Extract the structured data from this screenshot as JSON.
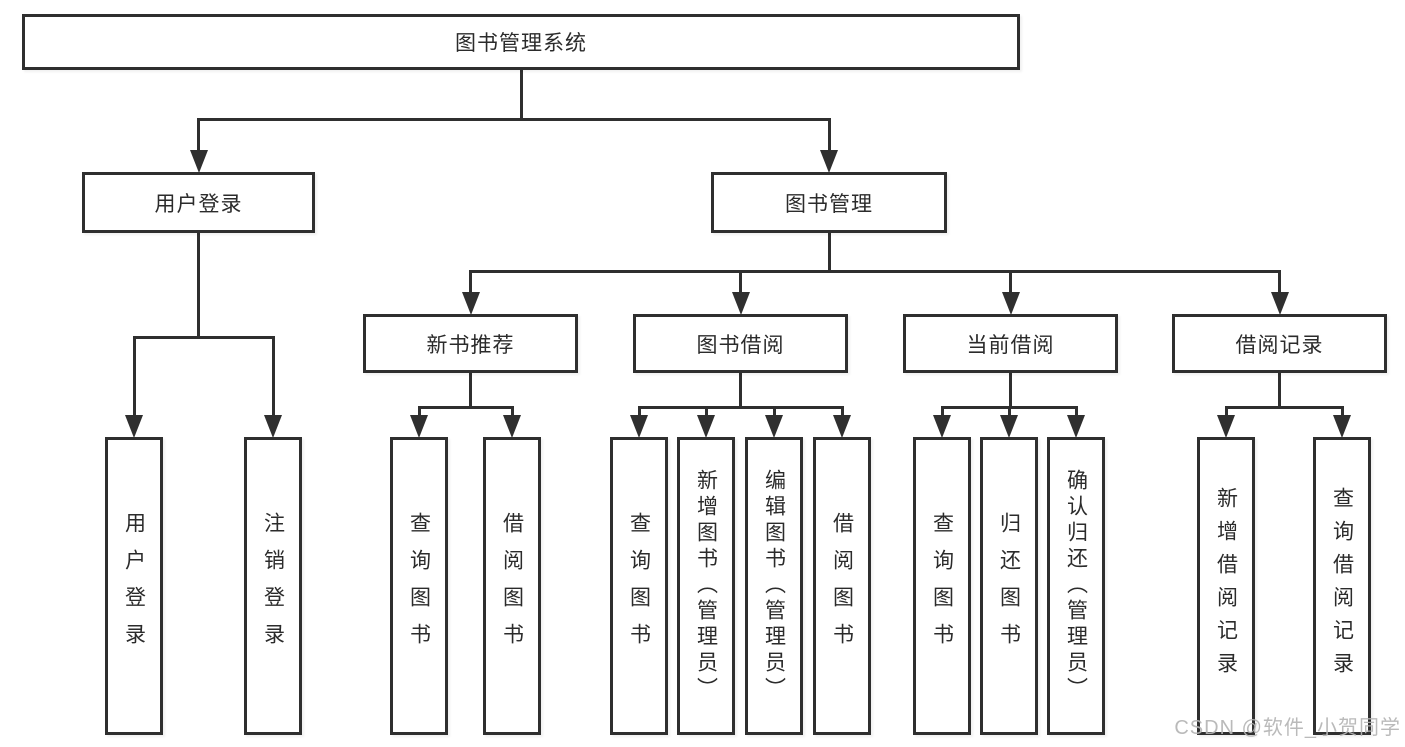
{
  "diagram": {
    "title": "图书管理系统",
    "watermark": "CSDN @软件_小贺同学",
    "colors": {
      "line": "#2f2f2f",
      "text": "#2b2b2b",
      "background": "#ffffff",
      "watermark": "#b5b5b5"
    },
    "nodes": [
      {
        "id": "root",
        "label": "图书管理系统",
        "level": 1,
        "parent": null,
        "orientation": "horizontal"
      },
      {
        "id": "user-login",
        "label": "用户登录",
        "level": 2,
        "parent": "root",
        "orientation": "horizontal"
      },
      {
        "id": "book-mgmt",
        "label": "图书管理",
        "level": 2,
        "parent": "root",
        "orientation": "horizontal"
      },
      {
        "id": "new-book-rec",
        "label": "新书推荐",
        "level": 3,
        "parent": "book-mgmt",
        "orientation": "horizontal"
      },
      {
        "id": "book-borrow",
        "label": "图书借阅",
        "level": 3,
        "parent": "book-mgmt",
        "orientation": "horizontal"
      },
      {
        "id": "current-borrow",
        "label": "当前借阅",
        "level": 3,
        "parent": "book-mgmt",
        "orientation": "horizontal"
      },
      {
        "id": "borrow-records",
        "label": "借阅记录",
        "level": 3,
        "parent": "book-mgmt",
        "orientation": "horizontal"
      },
      {
        "id": "leaf-user-login",
        "label": "用户登录",
        "level": 4,
        "parent": "user-login",
        "orientation": "vertical"
      },
      {
        "id": "leaf-logout",
        "label": "注销登录",
        "level": 4,
        "parent": "user-login",
        "orientation": "vertical"
      },
      {
        "id": "leaf-query-book-1",
        "label": "查询图书",
        "level": 4,
        "parent": "new-book-rec",
        "orientation": "vertical"
      },
      {
        "id": "leaf-borrow-book-1",
        "label": "借阅图书",
        "level": 4,
        "parent": "new-book-rec",
        "orientation": "vertical"
      },
      {
        "id": "leaf-query-book-2",
        "label": "查询图书",
        "level": 4,
        "parent": "book-borrow",
        "orientation": "vertical"
      },
      {
        "id": "leaf-add-book",
        "label": "新增图书（管理员）",
        "level": 4,
        "parent": "book-borrow",
        "orientation": "vertical"
      },
      {
        "id": "leaf-edit-book",
        "label": "编辑图书（管理员）",
        "level": 4,
        "parent": "book-borrow",
        "orientation": "vertical"
      },
      {
        "id": "leaf-borrow-book-2",
        "label": "借阅图书",
        "level": 4,
        "parent": "book-borrow",
        "orientation": "vertical"
      },
      {
        "id": "leaf-query-book-3",
        "label": "查询图书",
        "level": 4,
        "parent": "current-borrow",
        "orientation": "vertical"
      },
      {
        "id": "leaf-return-book",
        "label": "归还图书",
        "level": 4,
        "parent": "current-borrow",
        "orientation": "vertical"
      },
      {
        "id": "leaf-confirm-return",
        "label": "确认归还（管理员）",
        "level": 4,
        "parent": "current-borrow",
        "orientation": "vertical"
      },
      {
        "id": "leaf-add-borrow-record",
        "label": "新增借阅记录",
        "level": 4,
        "parent": "borrow-records",
        "orientation": "vertical"
      },
      {
        "id": "leaf-query-borrow-record",
        "label": "查询借阅记录",
        "level": 4,
        "parent": "borrow-records",
        "orientation": "vertical"
      }
    ]
  }
}
